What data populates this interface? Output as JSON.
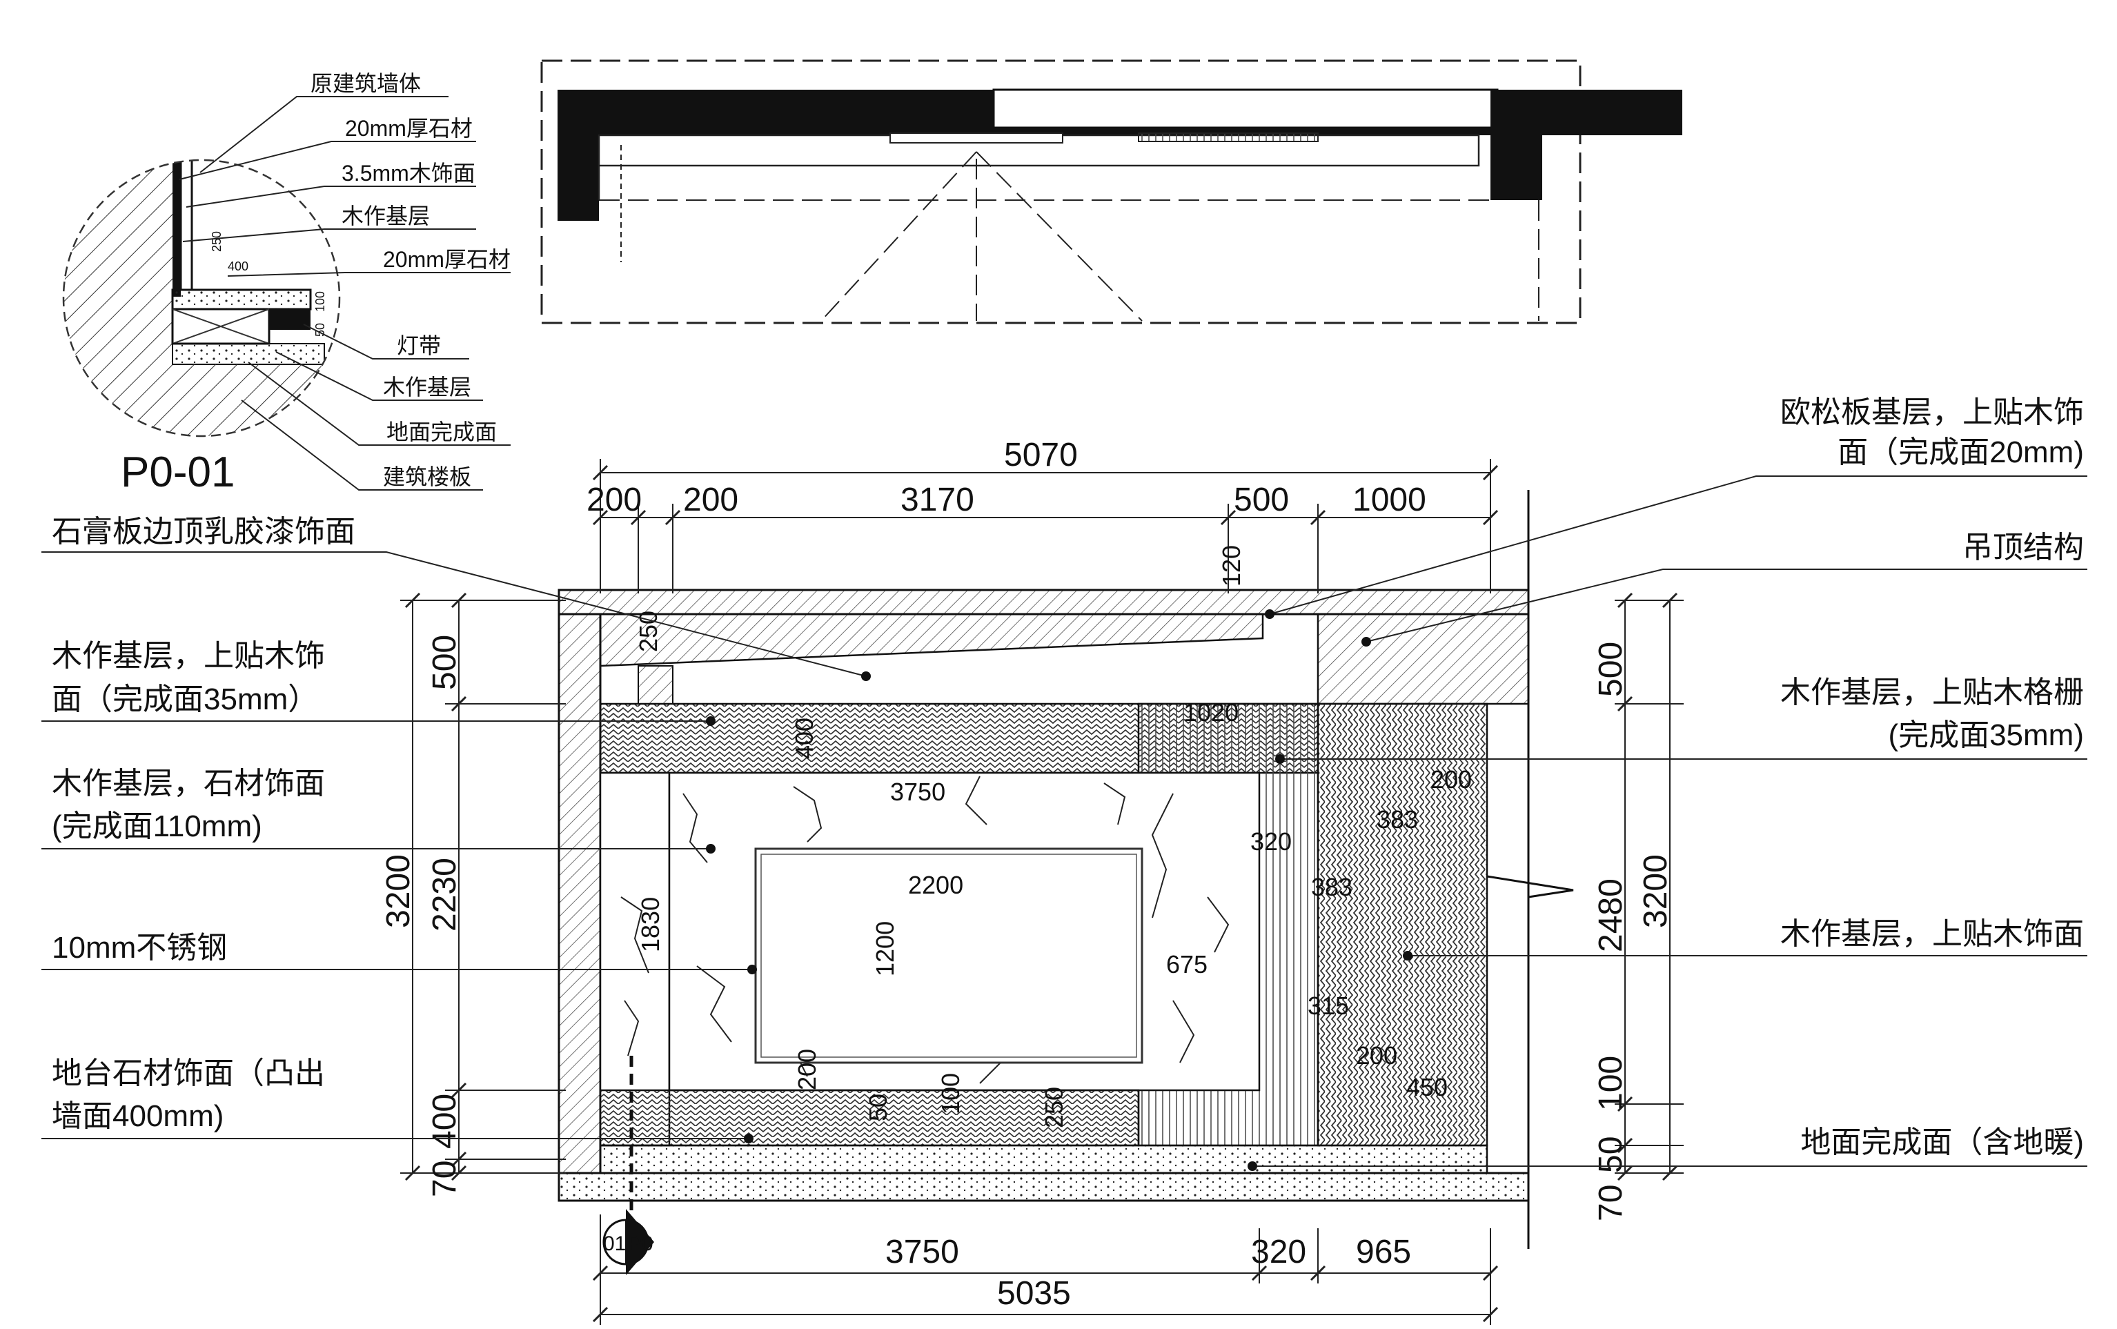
{
  "detail": {
    "id": "P0-01",
    "callouts": [
      "原建筑墙体",
      "20mm厚石材",
      "3.5mm木饰面",
      "木作基层",
      "20mm厚石材",
      "灯带",
      "木作基层",
      "地面完成面",
      "建筑楼板"
    ],
    "dims": [
      "250",
      "400",
      "50",
      "100"
    ]
  },
  "elevation": {
    "top_dims": {
      "overall": "5070",
      "segments": [
        "200",
        "200",
        "3170",
        "500",
        "1000"
      ]
    },
    "bottom_dims": {
      "overall": "5035",
      "segments": [
        "3750",
        "320",
        "965"
      ]
    },
    "left_dims": {
      "overall": "3200",
      "segments": [
        "500",
        "2230",
        "400",
        "70"
      ]
    },
    "right_dims": {
      "overall": "3200",
      "segments": [
        "500",
        "2480",
        "100",
        "50",
        "70"
      ]
    },
    "inner_dims": {
      "d120": "120",
      "d250": "250",
      "d1020": "1020",
      "d400": "400",
      "d3750": "3750",
      "d320": "320",
      "d200a": "200",
      "d383a": "383",
      "d383b": "383",
      "d2200": "2200",
      "d1830": "1830",
      "d1200": "1200",
      "d675": "675",
      "d315": "315",
      "d200b": "200",
      "d450": "450",
      "d200c": "200",
      "d50": "50",
      "d100": "100",
      "d250b": "250"
    },
    "left_labels": [
      {
        "line1": "石膏板边顶乳胶漆饰面",
        "line2": ""
      },
      {
        "line1": "木作基层，上贴木饰",
        "line2": "面（完成面35mm）"
      },
      {
        "line1": "木作基层，石材饰面",
        "line2": "(完成面110mm)"
      },
      {
        "line1": "10mm不锈钢",
        "line2": ""
      },
      {
        "line1": "地台石材饰面（凸出",
        "line2": "墙面400mm)"
      }
    ],
    "right_labels": [
      {
        "line1": "欧松板基层，上贴木饰",
        "line2": "面（完成面20mm)"
      },
      {
        "line1": "吊顶结构",
        "line2": ""
      },
      {
        "line1": "木作基层，上贴木格栅",
        "line2": "(完成面35mm)"
      },
      {
        "line1": "木作基层，上贴木饰面",
        "line2": ""
      },
      {
        "line1": "地面完成面（含地暖)",
        "line2": ""
      }
    ],
    "section_marker": {
      "left": "01",
      "right": "P0"
    }
  }
}
